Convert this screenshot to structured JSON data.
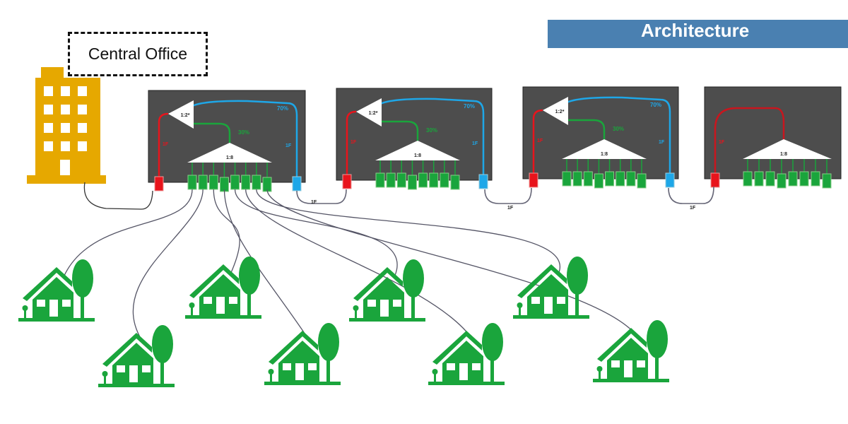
{
  "header": {
    "title": "Architecture"
  },
  "central_office": {
    "label": "Central Office"
  },
  "colors": {
    "banner": "#4a80b1",
    "building": "#e6a800",
    "house": "#1aa53c",
    "box": "#4d4d4d",
    "red_port": "#e8141c",
    "blue_port": "#1ea7e8",
    "green_port": "#1aa53c"
  },
  "units": [
    {
      "primary_splitter": "1:2*",
      "tap_pct": "70%",
      "drop_pct": "30%",
      "in_label": "1F",
      "out_label": "1F",
      "secondary_splitter": "1:8"
    },
    {
      "primary_splitter": "1:2*",
      "tap_pct": "70%",
      "drop_pct": "30%",
      "in_label": "1F",
      "out_label": "1F",
      "secondary_splitter": "1:8"
    },
    {
      "primary_splitter": "1:2*",
      "tap_pct": "70%",
      "drop_pct": "30%",
      "in_label": "1F",
      "out_label": "1F",
      "secondary_splitter": "1:8"
    },
    {
      "in_label": "1F",
      "secondary_splitter": "1:8"
    }
  ],
  "links": [
    "1F",
    "1F",
    "1F"
  ],
  "homes_connected": 8
}
